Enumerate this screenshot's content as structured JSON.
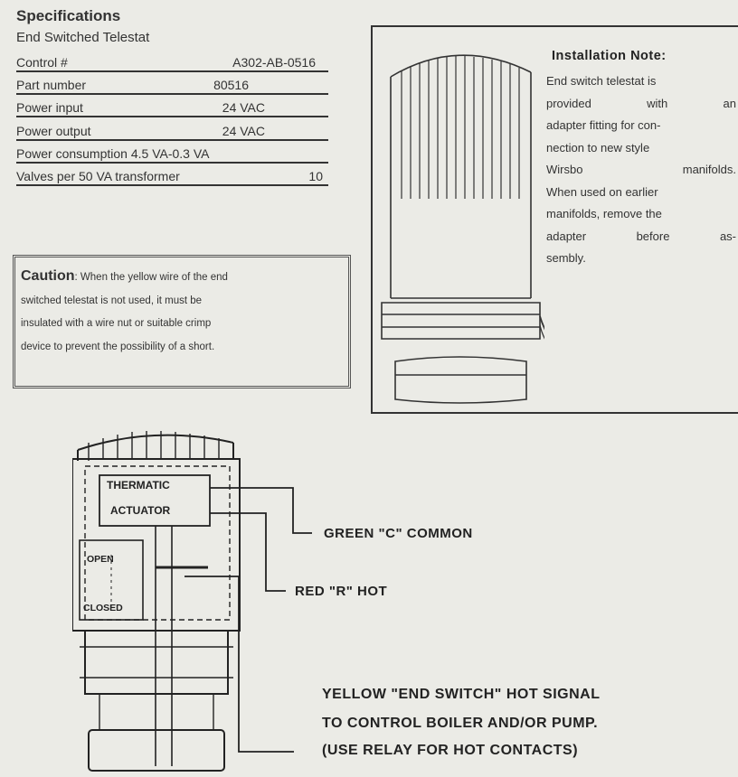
{
  "specifications": {
    "title": "Specifications",
    "subtitle": "End Switched Telestat",
    "rows": [
      {
        "label": "Control #",
        "value": "A302-AB-0516"
      },
      {
        "label": "Part number",
        "value": "80516"
      },
      {
        "label": "Power input",
        "value": "24 VAC"
      },
      {
        "label": "Power output",
        "value": "24 VAC"
      },
      {
        "label": "Power consumption 4.5 VA-0.3 VA",
        "value": ""
      },
      {
        "label": "Valves per 50 VA transformer",
        "value": "10"
      }
    ]
  },
  "caution": {
    "heading": "Caution",
    "lines": [
      ": When the yellow wire of the end",
      "switched telestat is not used, it must be",
      "insulated with a wire nut or suitable crimp",
      "device to prevent the possibility of a short."
    ]
  },
  "installation_note": {
    "title": "Installation Note:",
    "lines": [
      "End switch telestat is",
      [
        "provided",
        "with",
        "an"
      ],
      "adapter fitting for con-",
      "nection to new style",
      [
        "Wirsbo",
        "manifolds."
      ],
      "When used on earlier",
      "manifolds, remove the",
      [
        "adapter",
        "before",
        "as-"
      ],
      "sembly."
    ]
  },
  "diagram": {
    "actuator_line1": "THERMATIC",
    "actuator_line2": "ACTUATOR",
    "open_label": "OPEN",
    "closed_label": "CLOSED",
    "wires": {
      "green": "GREEN \"C\" COMMON",
      "red": "RED \"R\" HOT",
      "yellow_line1": "YELLOW \"END SWITCH\" HOT SIGNAL",
      "yellow_line2": "TO CONTROL BOILER AND/OR PUMP.",
      "yellow_line3": "(USE RELAY FOR HOT CONTACTS)"
    }
  }
}
